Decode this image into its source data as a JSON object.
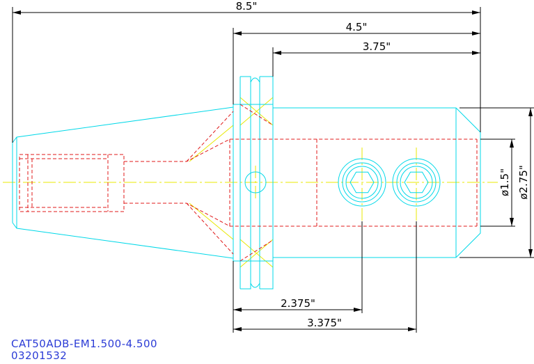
{
  "drawing": {
    "dimensions": {
      "overall_length": "8.5\"",
      "flange_to_end": "4.5\"",
      "body_length": "3.75\"",
      "screw1_position": "2.375\"",
      "screw2_position": "3.375\"",
      "bore_diameter": "ø1.5\"",
      "body_diameter": "ø2.75\""
    },
    "part_number": "CAT50ADB-EM1.500-4.500",
    "drawing_number": "03201532",
    "colors": {
      "outline": "#00d8e8",
      "hidden": "#e01818",
      "centerline": "#e8e800",
      "dimension": "#000000",
      "title": "#2b3bd6"
    }
  }
}
